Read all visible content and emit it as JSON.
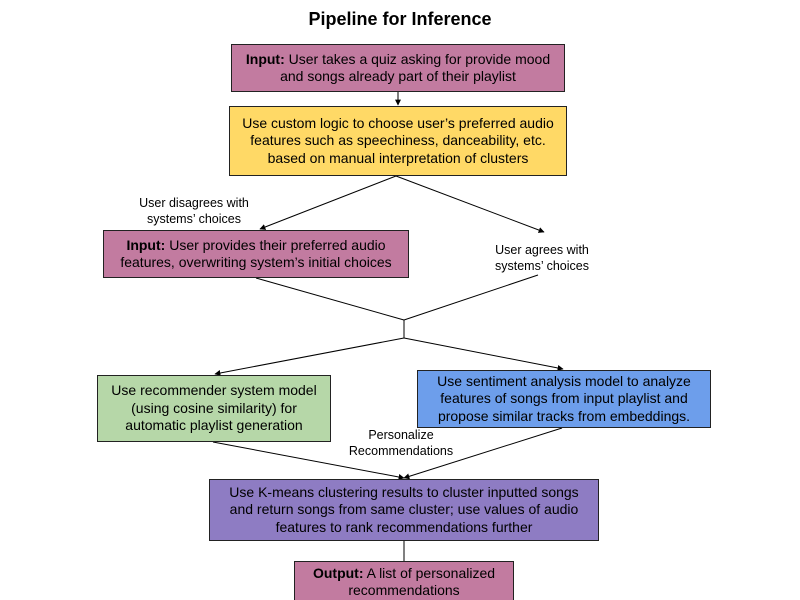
{
  "title": "Pipeline for Inference",
  "nodes": {
    "quiz_input": {
      "bold": "Input:",
      "text": " User takes a quiz asking for provide mood and songs already part of their playlist",
      "color": "#c27ba0"
    },
    "custom_logic": {
      "text": "Use custom logic to choose user’s preferred audio features such as speechiness, danceability, etc. based on manual interpretation of clusters",
      "color": "#ffd966"
    },
    "user_preferences_input": {
      "bold": "Input:",
      "text": " User provides their preferred audio features, overwriting system’s initial choices",
      "color": "#c27ba0"
    },
    "recommender_model": {
      "text": "Use recommender system model (using cosine similarity) for automatic playlist generation",
      "color": "#b6d7a8"
    },
    "sentiment_model": {
      "text": "Use sentiment analysis model to analyze features of songs from input playlist and propose similar tracks from embeddings.",
      "color": "#6d9eeb"
    },
    "kmeans_clustering": {
      "text": "Use K-means clustering results to cluster inputted songs and return songs from same cluster; use values of audio features to rank recommendations further",
      "color": "#8e7cc3"
    },
    "output": {
      "bold": "Output:",
      "text": " A list of personalized recommendations",
      "color": "#c27ba0"
    }
  },
  "edge_labels": {
    "disagrees": [
      "User disagrees with",
      "systems’ choices"
    ],
    "agrees": [
      "User agrees with",
      "systems’ choices"
    ],
    "personalize": [
      "Personalize",
      "Recommendations"
    ]
  }
}
